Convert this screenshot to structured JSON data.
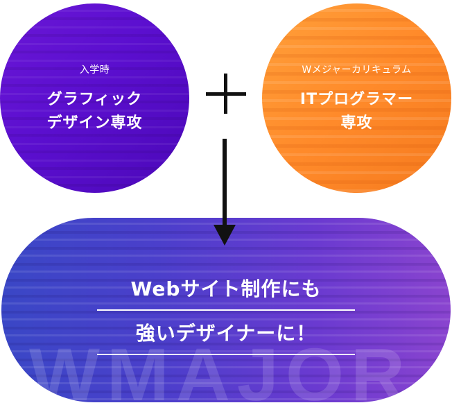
{
  "left_circle": {
    "small_label": "入学時",
    "big_label_line1": "グラフィック",
    "big_label_line2": "デザイン専攻",
    "color": "#5b0fcf"
  },
  "right_circle": {
    "small_label": "Wメジャーカリキュラム",
    "big_label_line1": "ITプログラマー",
    "big_label_line2": "専攻",
    "color": "#ff8a2a"
  },
  "plus_icon": "plus-icon",
  "arrow_icon": "arrow-down-icon",
  "result": {
    "headline_line1": "Webサイト制作にも",
    "headline_line2": "強いデザイナーに！",
    "watermark": "WMAJOR",
    "color": "#4b3fcb"
  }
}
